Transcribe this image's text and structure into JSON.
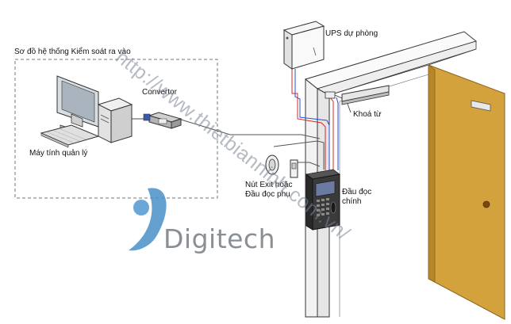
{
  "labels": {
    "system_title": "Sơ đồ hệ thống Kiểm soát ra vào",
    "ups": "UPS dự phòng",
    "convertor": "Convertor",
    "magnetic_lock": "Khoá từ",
    "computer": "Máy tính quản lý",
    "exit_button": "Nút Exit hoặc Đầu đọc phụ",
    "main_reader": "Đầu đọc chính"
  },
  "watermark": "http://www.thietbianninh.com.vn/",
  "brand": {
    "name": "Digitech",
    "color": "#8a8f96",
    "accent": "#4a90c8"
  },
  "colors": {
    "door": "#d4a23c",
    "door_edge": "#8a6420",
    "frame": "#f4f4f4",
    "wire_red": "#d42a2a",
    "wire_blue": "#2a4ed4",
    "dashed_box": "#777777"
  },
  "icons": [
    "computer-icon",
    "convertor-icon",
    "ups-icon",
    "magnetic-lock-icon",
    "fingerprint-reader-icon",
    "exit-button-icon",
    "door-knob-icon"
  ]
}
